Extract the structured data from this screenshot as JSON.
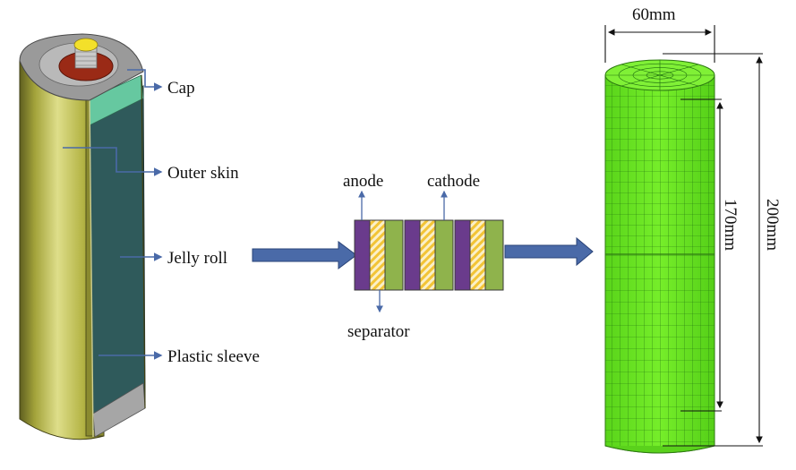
{
  "battery": {
    "labels": {
      "cap": "Cap",
      "outer_skin": "Outer skin",
      "jelly_roll": "Jelly roll",
      "plastic_sleeve": "Plastic sleeve"
    }
  },
  "layers": {
    "anode": "anode",
    "cathode": "cathode",
    "separator": "separator"
  },
  "mesh": {
    "width_dim": "60mm",
    "inner_height_dim": "170mm",
    "total_height_dim": "200mm"
  },
  "colors": {
    "shell": "#b3b340",
    "jelly_roll": "#2f5a5b",
    "cap_teal": "#66c8a0",
    "anode": "#6a3b8c",
    "cathode": "#8fb34c",
    "separator": "#f3c83a",
    "arrow": "#4a6aa8",
    "mesh": "#66e020"
  }
}
